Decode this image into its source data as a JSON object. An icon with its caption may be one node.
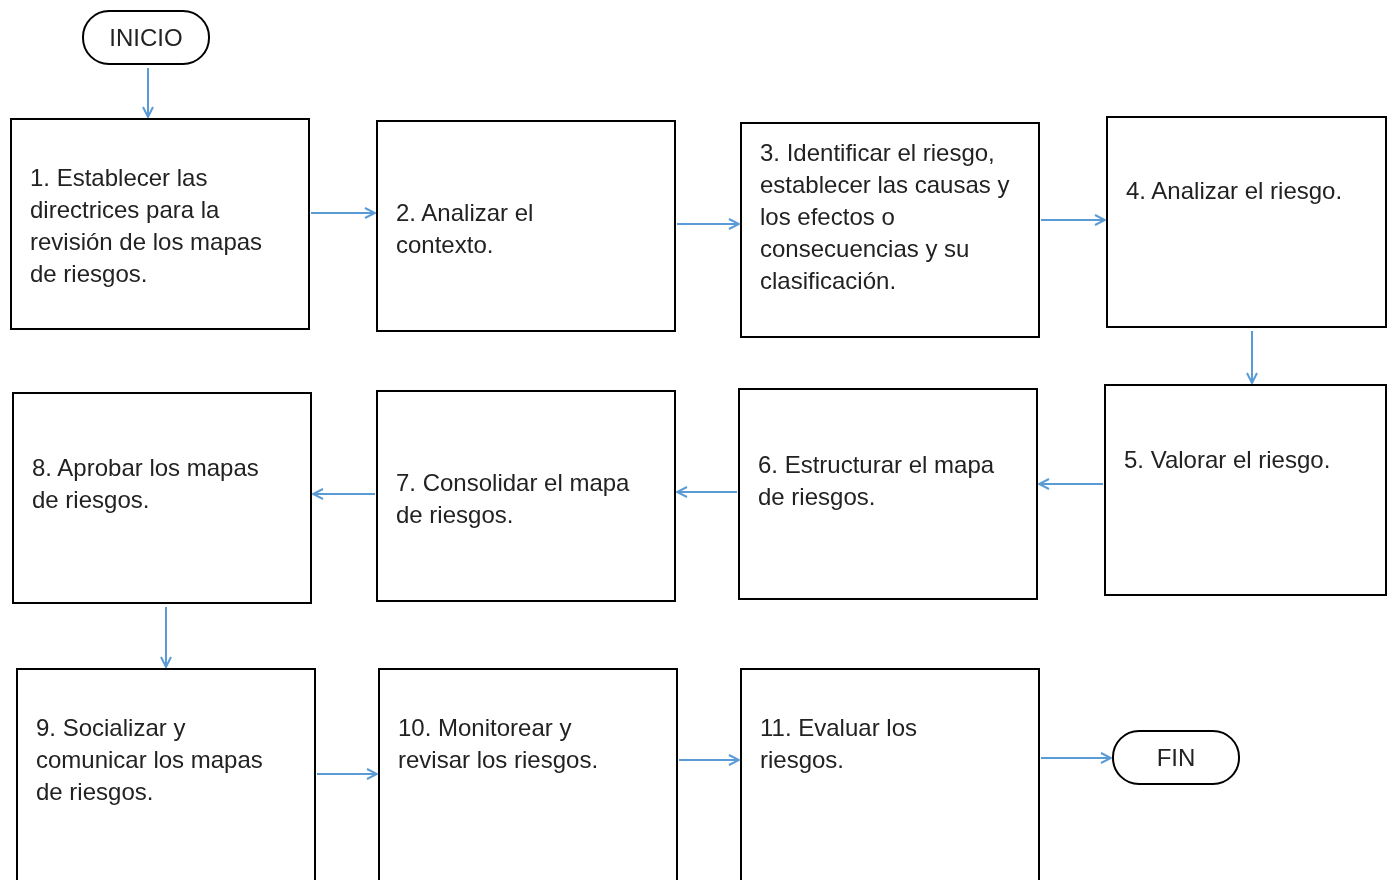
{
  "diagram": {
    "nodes": [
      {
        "text": [
          "INICIO"
        ]
      },
      {
        "text": [
          "1. Establecer las directrices para la revisión de los mapas de riesgos."
        ]
      },
      {
        "text": [
          "2. Analizar el contexto."
        ]
      },
      {
        "text": [
          "3. Identificar el riesgo, establecer las causas y los efectos o consecuencias y su clasificación."
        ]
      },
      {
        "text": [
          "4. Analizar el riesgo."
        ]
      },
      {
        "text": [
          "5. Valorar el riesgo."
        ]
      },
      {
        "text": [
          "6. Estructurar el mapa de riesgos."
        ]
      },
      {
        "text": [
          "7. Consolidar el mapa de riesgos."
        ]
      },
      {
        "text": [
          "8. Aprobar los mapas de riesgos."
        ]
      },
      {
        "text": [
          "9. Socializar y comunicar los mapas de riesgos."
        ]
      },
      {
        "text": [
          "10. Monitorear y revisar los riesgos."
        ]
      },
      {
        "text": [
          "11. Evaluar los riesgos."
        ]
      },
      {
        "text": [
          "FIN"
        ]
      }
    ],
    "edges": [
      {
        "from": 0,
        "to": 1,
        "arrow": "to"
      },
      {
        "from": 1,
        "to": 2,
        "arrow": "to"
      },
      {
        "from": 2,
        "to": 3,
        "arrow": "to"
      },
      {
        "from": 3,
        "to": 4,
        "arrow": "to"
      },
      {
        "from": 4,
        "to": 5,
        "arrow": "to"
      },
      {
        "from": 5,
        "to": 6,
        "arrow": "to"
      },
      {
        "from": 6,
        "to": 7,
        "arrow": "to"
      },
      {
        "from": 7,
        "to": 8,
        "arrow": "to"
      },
      {
        "from": 8,
        "to": 9,
        "arrow": "to"
      },
      {
        "from": 9,
        "to": 10,
        "arrow": "to"
      },
      {
        "from": 10,
        "to": 11,
        "arrow": "to"
      },
      {
        "from": 11,
        "to": 12,
        "arrow": "to"
      }
    ]
  }
}
